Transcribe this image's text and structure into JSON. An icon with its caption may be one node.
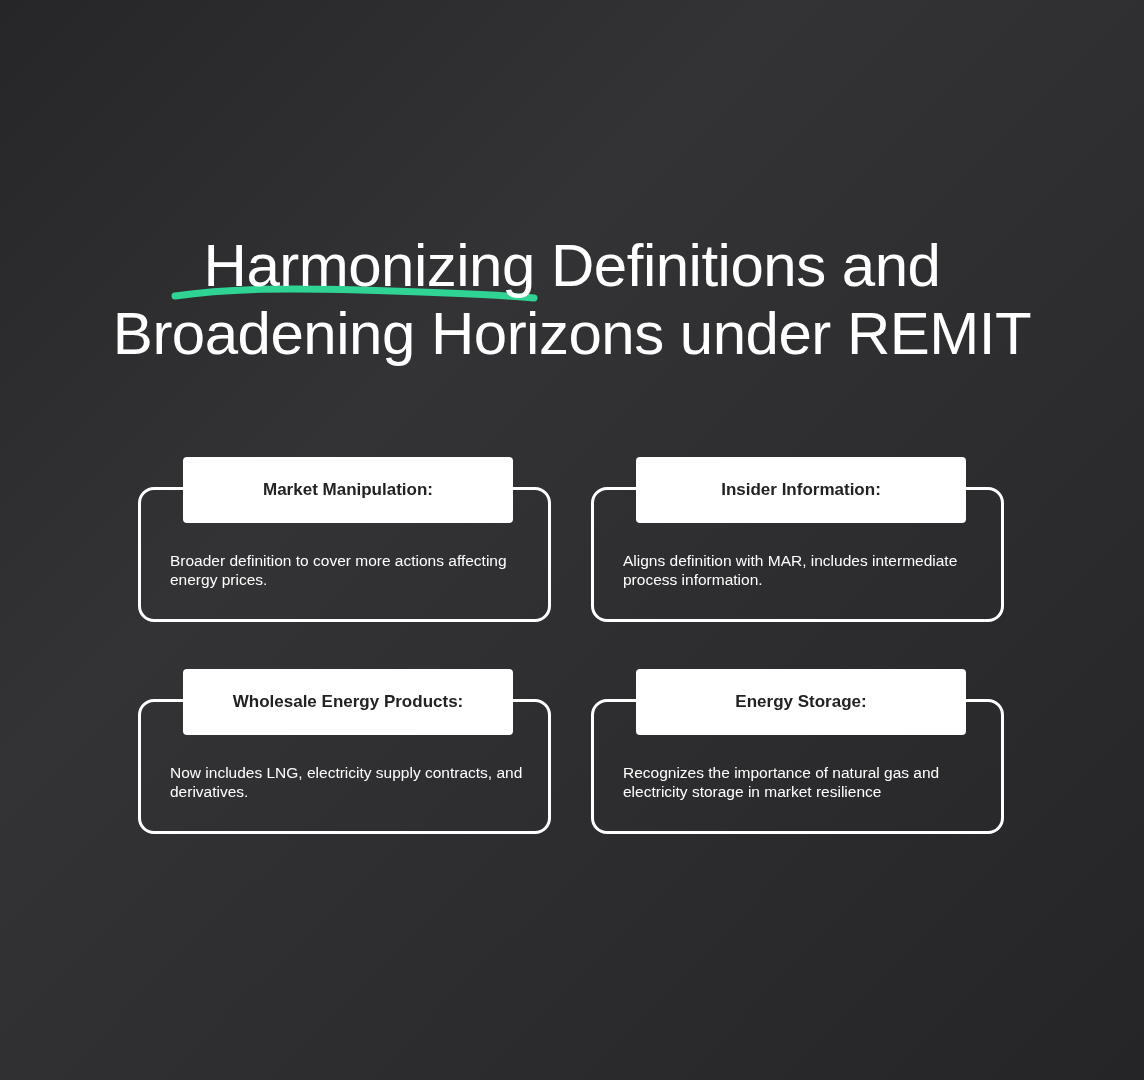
{
  "diagram": {
    "title": "Harmonizing Definitions and Broadening Horizons under REMIT",
    "nodes": [
      {
        "text": [
          "Market Manipulation:",
          "Broader definition to cover more actions affecting energy prices."
        ]
      },
      {
        "text": [
          "Insider Information:",
          "Aligns definition with MAR, includes intermediate process information."
        ]
      },
      {
        "text": [
          "Wholesale Energy Products:",
          "Now includes LNG, electricity supply contracts, and derivatives."
        ]
      },
      {
        "text": [
          "Energy Storage:",
          "Recognizes the importance of natural gas and electricity storage in market resilience"
        ]
      }
    ],
    "edges": []
  }
}
